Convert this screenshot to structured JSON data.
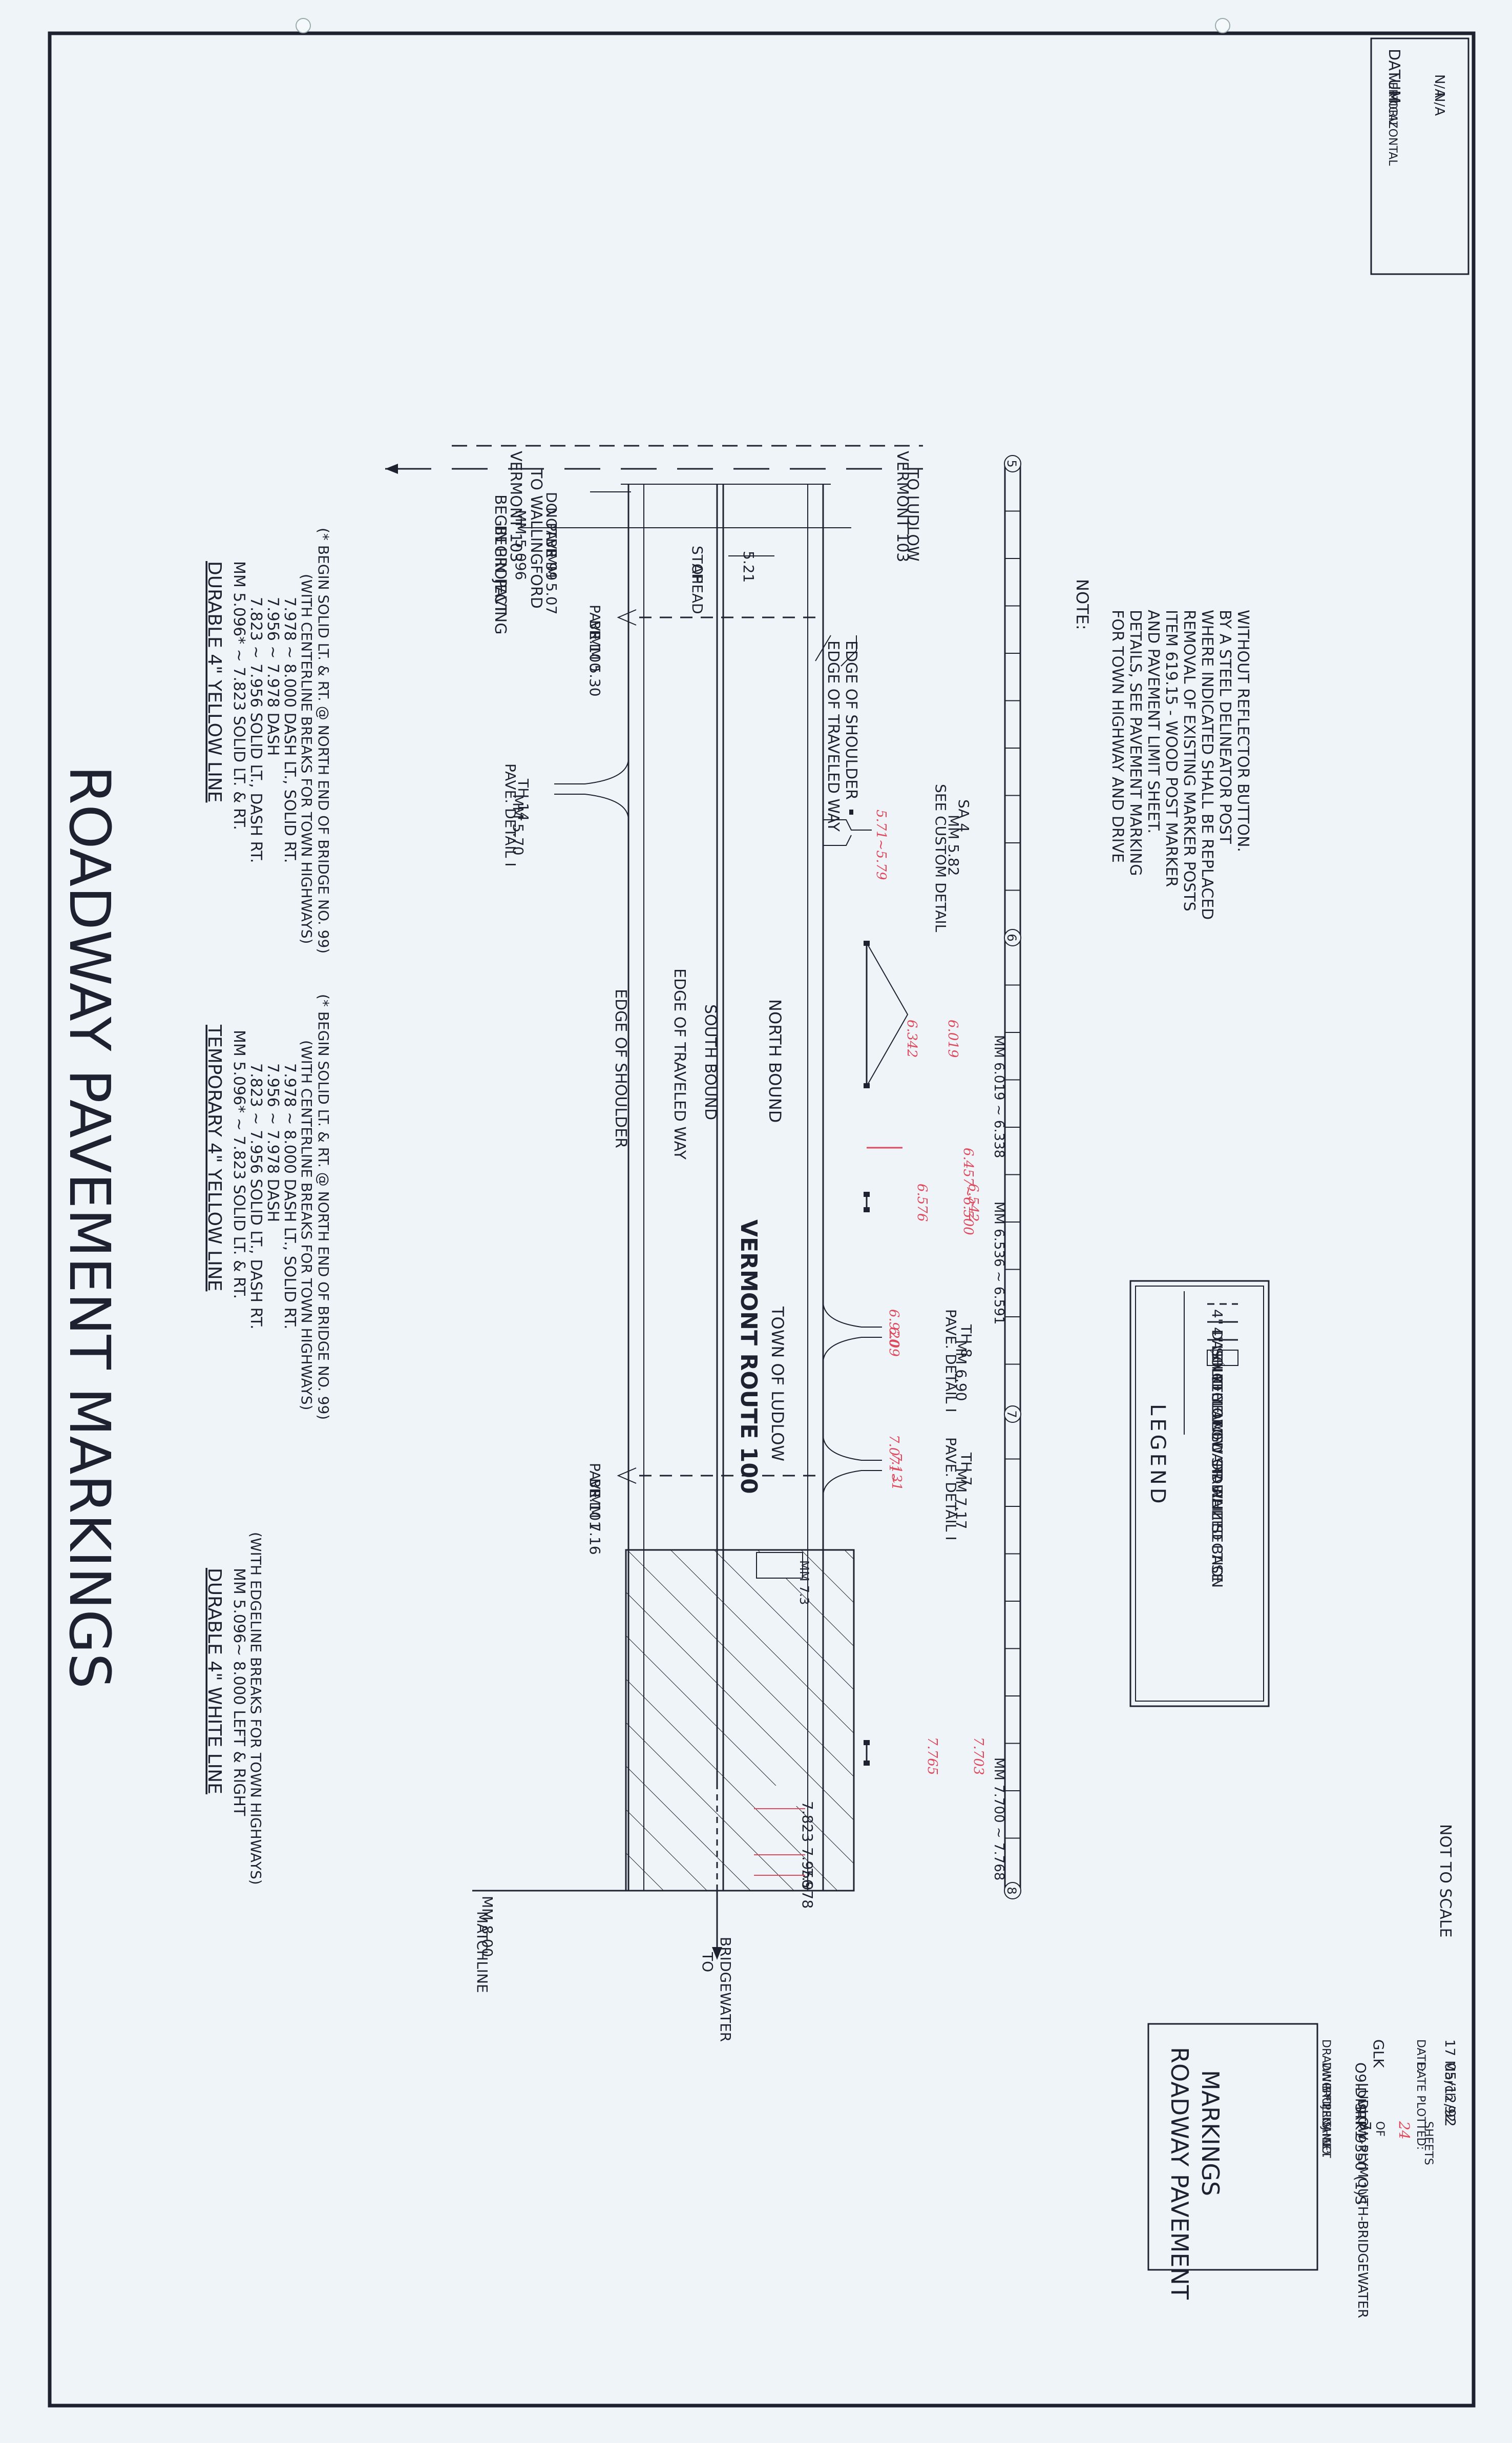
{
  "main_title": "ROADWAY PAVEMENT MARKINGS",
  "datum": {
    "label": "DATUM",
    "vertical_label": "VERTICAL",
    "vertical_value": "N/A",
    "horizontal_label": "HORIZONTAL",
    "horizontal_value": "N/A"
  },
  "notes_durable_yellow": {
    "heading": "DURABLE 4\" YELLOW LINE",
    "lines": [
      "MM 5.096* ~ 7.823  SOLID LT. & RT.",
      "7.823  ~  7.956  SOLID LT., DASH RT.",
      "7.956  ~  7.978  DASH",
      "7.978  ~  8.000  DASH LT., SOLID RT.",
      "(WITH CENTERLINE BREAKS FOR TOWN HIGHWAYS)",
      "(* BEGIN SOLID LT. & RT. @ NORTH END OF BRIDGE NO. 99)"
    ]
  },
  "notes_temp_yellow": {
    "heading": "TEMPORARY 4\" YELLOW LINE",
    "lines": [
      "MM 5.096* ~ 7.823  SOLID LT. & RT.",
      "7.823  ~  7.956  SOLID LT., DASH RT.",
      "7.956  ~  7.978  DASH",
      "7.978  ~  8.000  DASH LT., SOLID RT.",
      "(WITH CENTERLINE BREAKS FOR TOWN HIGHWAYS)",
      "(* BEGIN SOLID LT. & RT. @ NORTH END OF BRIDGE NO. 99)"
    ]
  },
  "notes_durable_white": {
    "heading": "DURABLE 4\" WHITE LINE",
    "lines": [
      "MM 5.096~ 8.000 LEFT & RIGHT",
      "(WITH EDGELINE BREAKS FOR TOWN HIGHWAYS)"
    ]
  },
  "plan": {
    "vt103_ludlow_1": "VERMONT 103",
    "vt103_ludlow_2": "TO LUDLOW",
    "vt103_wall_1": "VERMONT 103",
    "vt103_wall_2": "TO WALLINGFORD",
    "begin_project": [
      "BEGIN PROJECT",
      "MM 5.096",
      "BEGIN PAVING"
    ],
    "do_not_pave": [
      "DO",
      "NOT",
      "PAVE",
      "BR 99",
      "MM 5.07"
    ],
    "stop_ahead": [
      "STOP",
      "AHEAD"
    ],
    "stop_value": "5.21",
    "pave_br100": [
      "PAVE.",
      "BR 100",
      "MM 5.30"
    ],
    "pave_detail_th14": [
      "PAVE. DETAIL I",
      "TH 14",
      "MM 5.70"
    ],
    "pave_br101": [
      "PAVE.",
      "BR 101",
      "MM 7.16"
    ],
    "matchline": [
      "MM 8.00",
      "MATCHLINE"
    ],
    "edge_shoulder_top": "EDGE OF SHOULDER",
    "edge_traveled_top": "EDGE OF TRAVELED WAY",
    "south_bound": "SOUTH BOUND",
    "route_name": "VERMONT ROUTE 100",
    "north_bound": "NORTH BOUND",
    "town": "TOWN OF LUDLOW",
    "edge_traveled_bottom": "EDGE OF TRAVELED WAY",
    "edge_shoulder_bottom": "EDGE OF SHOULDER",
    "custom_detail": [
      "SEE CUSTOM DETAIL",
      "SA 4",
      "MM 5.82"
    ],
    "guard_6019": "MM 6.019 ~ 6.338",
    "guard_6536": "MM 6.536 ~ 6.591",
    "pave_detail_th8": [
      "PAVE. DETAIL I",
      "TH 8",
      "MM 6.90"
    ],
    "pave_detail_th7": [
      "PAVE. DETAIL I",
      "TH 7",
      "MM 7.17"
    ],
    "guard_7700": "MM 7.700 ~ 7.768",
    "mm73": "MM 7.3",
    "val_7823": "7.823",
    "val_7956": "7.956",
    "val_7978": "7.978",
    "to_bridgewater": [
      "TO",
      "BRIDGEWATER"
    ],
    "stations": [
      "5",
      "6",
      "7",
      "8"
    ]
  },
  "red_annotations": {
    "a1": "5.71~5.79",
    "a2": "6.019",
    "a3": "6.342",
    "a4": "6.457~6.500",
    "a5": "6.542",
    "a6": "6.576",
    "a7": "6.920",
    "a8": "6.09",
    "a9": "7.071~",
    "a10": "7.131",
    "a11": "7.703",
    "a12": "7.765"
  },
  "legend": {
    "title": "LEGEND",
    "dash": "4\" DASH YELLOW",
    "solid": "4\" SOLID YELLOW OR WHITE",
    "guard": "LENGTH OF GUARD RAIL SECTION",
    "reclaim": "RECLAMED STABILIZED BASE"
  },
  "note": {
    "label": "NOTE:",
    "lines": [
      "FOR TOWN HIGHWAY AND DRIVE",
      "DETAILS, SEE PAVEMENT MARKING",
      "AND PAVEMENT LIMIT SHEET.",
      "ITEM 619.15 - WOOD POST MARKER",
      "REMOVAL OF EXISTING MARKER POSTS",
      "WHERE INDICATED SHALL BE REPLACED",
      "BY A STEEL DELINEATOR POST",
      "WITHOUT REFLECTOR BUTTON."
    ]
  },
  "not_to_scale": "NOT TO SCALE",
  "title_block": {
    "title_1": "ROADWAY PAVEMENT",
    "title_2": "MARKINGS",
    "drawn_by_label": "DRAWN BY:",
    "drawn_by": "GLK",
    "date_label": "DATE:",
    "date": "17 March 92",
    "dwg_label": "DWG FILE:",
    "dwg": "O9IDMRK1",
    "plotted_label": "DATE PLOTTED:",
    "plotted": "05/12/92",
    "proj_name_label": "PROJ. NAME:",
    "proj_name": "LUDLOW-PLYMOUTH-BRIDGEWATER",
    "proj_no_label": "PROJ. NO.",
    "proj_no": "STP 9350 (1)S",
    "sheet_label": "SHEET",
    "sheet_no": "7",
    "of_label": "OF",
    "sheet_total": "24",
    "sheets_label": "SHEETS"
  }
}
